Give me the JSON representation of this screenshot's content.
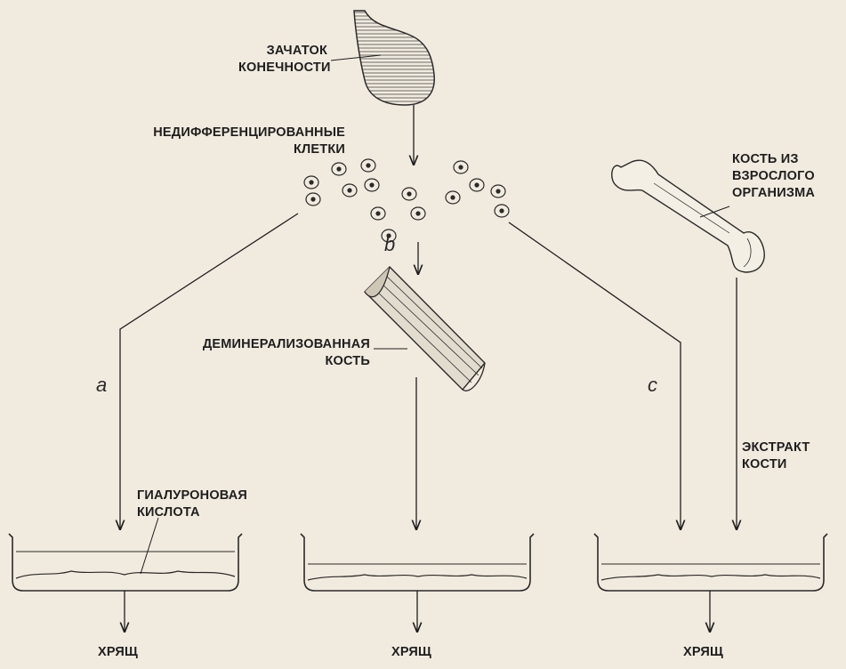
{
  "diagram": {
    "limb_bud_label": [
      "ЗАЧАТОК",
      "КОНЕЧНОСТИ"
    ],
    "undiff_cells_label": [
      "НЕДИФФЕРЕНЦИРОВАННЫЕ",
      "КЛЕТКИ"
    ],
    "adult_bone_label": [
      "КОСТЬ ИЗ",
      "ВЗРОСЛОГО",
      "ОРГАНИЗМА"
    ],
    "demin_bone_label": [
      "ДЕМИНЕРАЛИЗОВАННАЯ",
      "КОСТЬ"
    ],
    "hyaluronic_label": [
      "ГИАЛУРОНОВАЯ",
      "КИСЛОТА"
    ],
    "bone_extract_label": [
      "ЭКСТРАКТ",
      "КОСТИ"
    ],
    "path_a": "a",
    "path_b": "b",
    "path_c": "c",
    "result_left": "ХРЯЩ",
    "result_middle": "ХРЯЩ",
    "result_right": "ХРЯЩ"
  },
  "colors": {
    "background": "#f1ebdf",
    "ink": "#1e1e1e"
  }
}
